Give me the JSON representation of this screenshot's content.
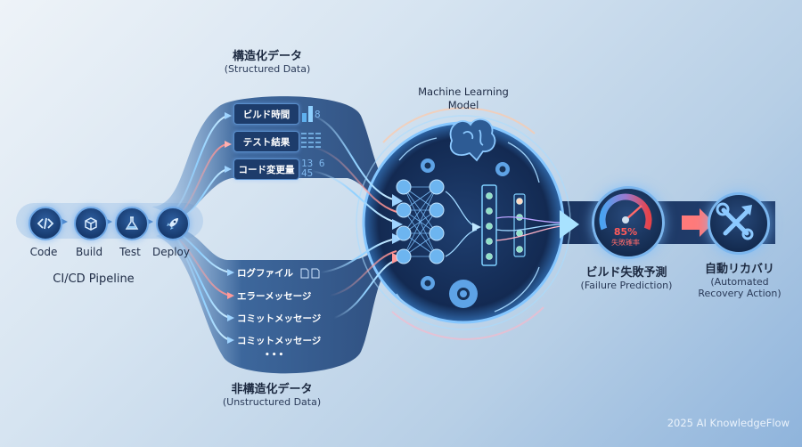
{
  "pipeline": {
    "title": "CI/CD Pipeline",
    "stages": [
      {
        "label": "Code",
        "icon": "code-brackets-icon"
      },
      {
        "label": "Build",
        "icon": "package-gear-icon"
      },
      {
        "label": "Test",
        "icon": "flask-icon"
      },
      {
        "label": "Deploy",
        "icon": "rocket-icon"
      }
    ]
  },
  "structured": {
    "title_jp": "構造化データ",
    "title_en": "(Structured Data)",
    "items": [
      {
        "label": "ビルド時間",
        "deco": "bar-chart-icon",
        "deco_text": "8"
      },
      {
        "label": "テスト結果",
        "deco": "grid-table-icon"
      },
      {
        "label": "コード変更量",
        "deco_text": "13 6 45"
      }
    ]
  },
  "unstructured": {
    "title_jp": "非構造化データ",
    "title_en": "(Unstructured Data)",
    "items": [
      {
        "label": "ログファイル",
        "deco": "document-icon"
      },
      {
        "label": "エラーメッセージ"
      },
      {
        "label": "コミットメッセージ"
      },
      {
        "label": "コミットメッセージ"
      }
    ],
    "more": "•••"
  },
  "model": {
    "title_line1": "Machine Learning",
    "title_line2": "Model",
    "icons": [
      "brain-icon",
      "neural-network-icon",
      "gear-icon",
      "layer-column-icon"
    ]
  },
  "prediction": {
    "value": "85%",
    "gauge_label": "失敗確率",
    "title_jp": "ビルド失敗予測",
    "title_en": "(Failure Prediction)",
    "colors": {
      "low": "#4aa3f0",
      "high": "#e8434a"
    }
  },
  "recovery": {
    "title_jp": "自動リカバリ",
    "title_en_line1": "(Automated",
    "title_en_line2": "Recovery Action)"
  },
  "credit": "2025 AI KnowledgeFlow"
}
